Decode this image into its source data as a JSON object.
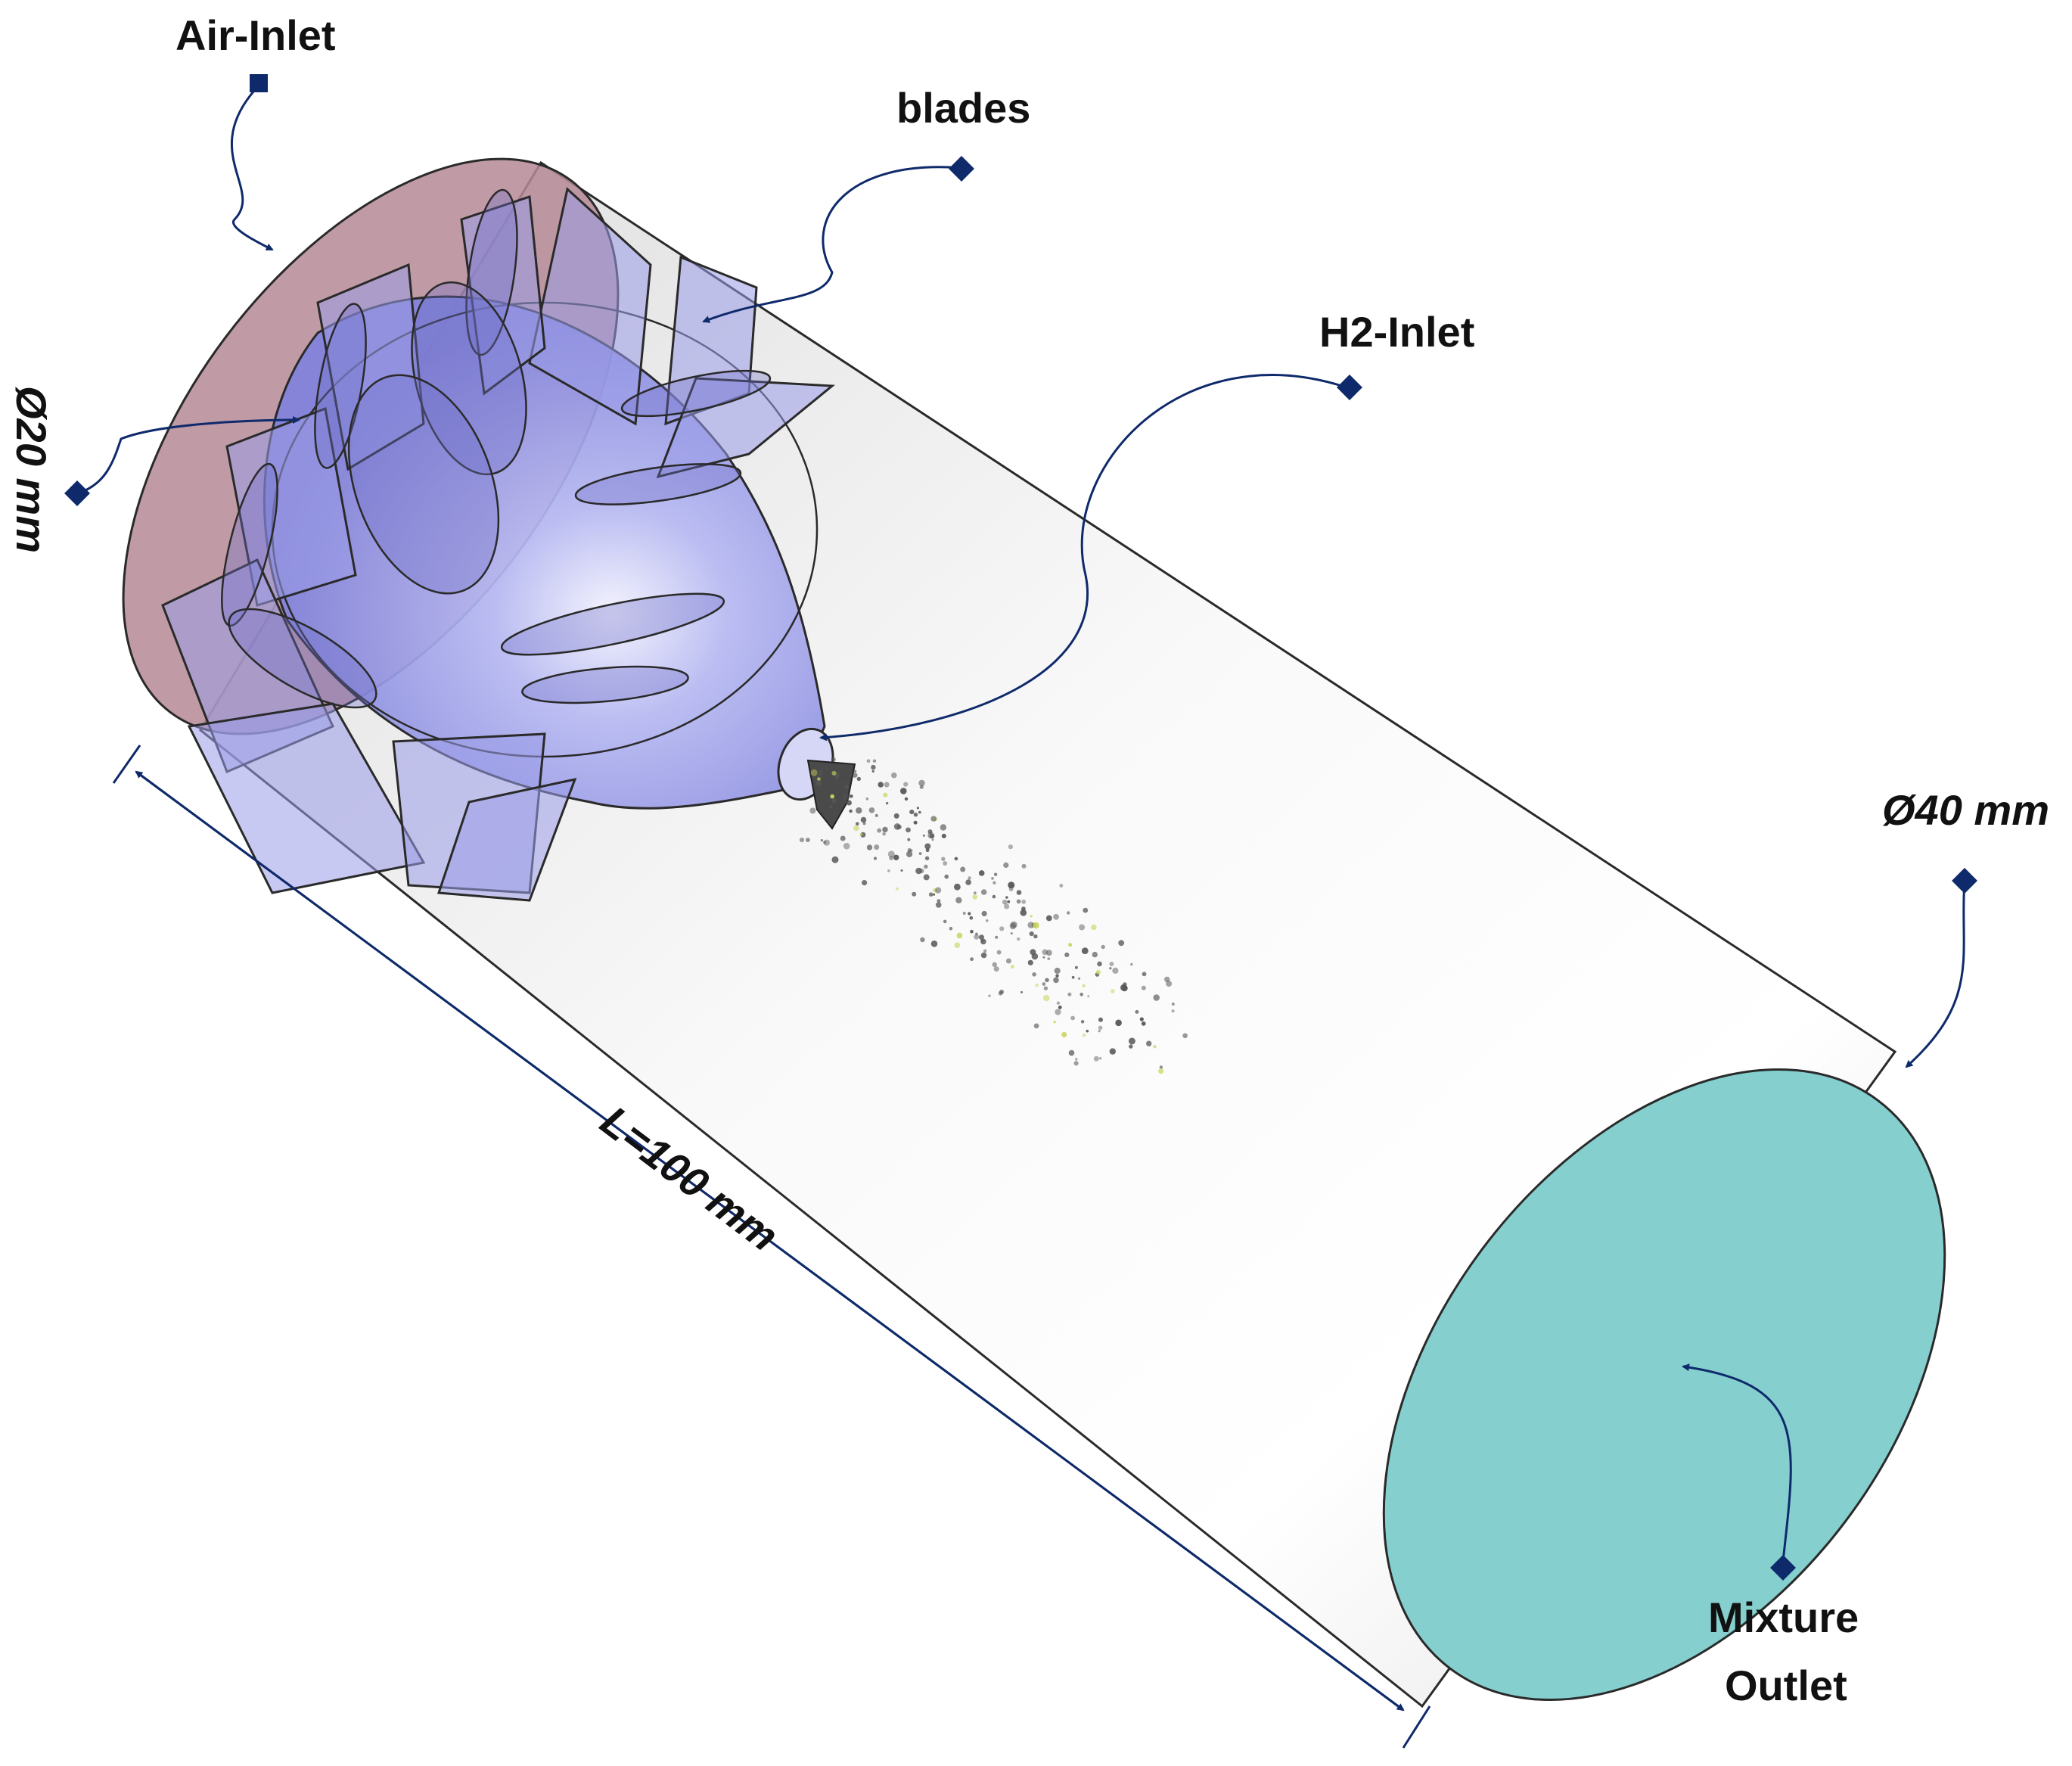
{
  "labels": {
    "air_inlet": "Air-Inlet",
    "blades": "blades",
    "h2_inlet": "H2-Inlet",
    "inner_diameter": "Ø20 mm",
    "outer_diameter": "Ø40 mm",
    "length": "L=100  mm",
    "outlet_line1": "Mixture",
    "outlet_line2": "Outlet"
  },
  "colors": {
    "air_inlet_face": "#b58a96",
    "outlet_face": "#85cfcf",
    "blade_fill": "#9a9ce8",
    "hub_fill": "#8c8ee6",
    "annotation": "#0f2a6b",
    "cylinder_body": "#ececec",
    "outline": "#2a2a2a"
  },
  "icons": {
    "annotation_marker": "diamond-marker-icon",
    "annotation_arrow": "arrowhead-icon"
  }
}
